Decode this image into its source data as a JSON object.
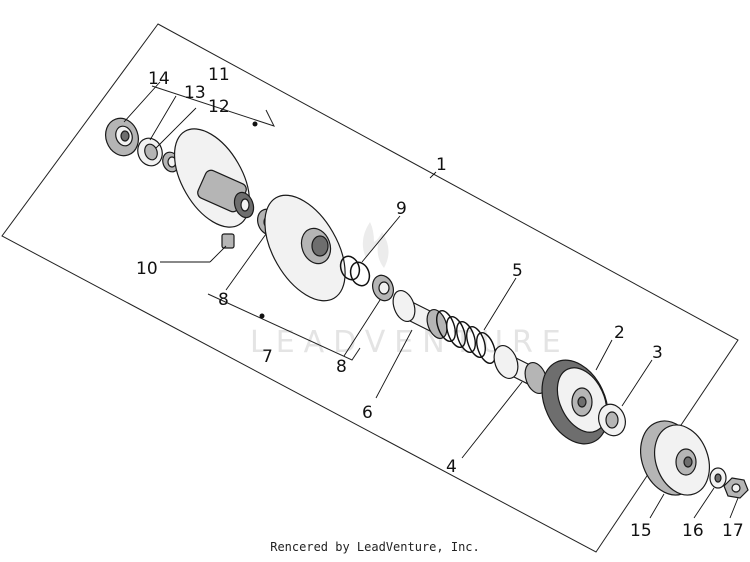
{
  "watermark_text": "LEADVENTURE",
  "credit": "Rencered by LeadVenture, Inc.",
  "callouts": {
    "c1": "1",
    "c2": "2",
    "c3": "3",
    "c4": "4",
    "c5": "5",
    "c6": "6",
    "c7": "7",
    "c8a": "8",
    "c8b": "8",
    "c9": "9",
    "c10": "10",
    "c11": "11",
    "c12": "12",
    "c13": "13",
    "c14": "14",
    "c15": "15",
    "c16": "16",
    "c17": "17"
  }
}
